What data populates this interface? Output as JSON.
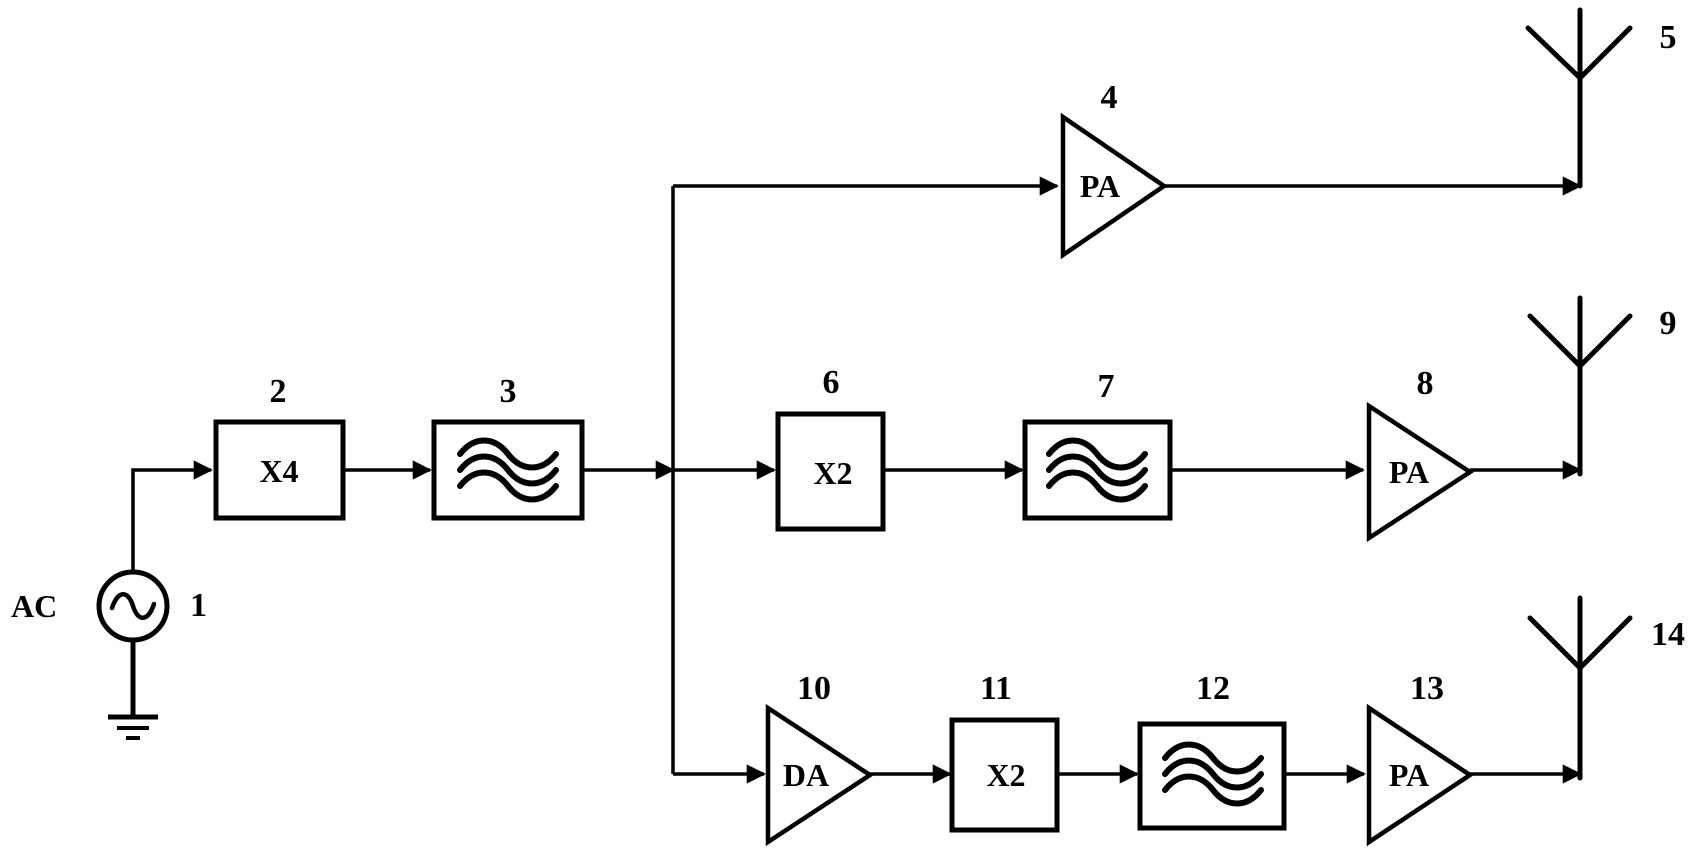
{
  "source": {
    "label": "AC",
    "number": "1"
  },
  "blocks": [
    {
      "id": "2",
      "text": "X4"
    },
    {
      "id": "3",
      "text": ""
    },
    {
      "id": "4",
      "text": "PA"
    },
    {
      "id": "6",
      "text": "X2"
    },
    {
      "id": "7",
      "text": ""
    },
    {
      "id": "8",
      "text": "PA"
    },
    {
      "id": "10",
      "text": "DA"
    },
    {
      "id": "11",
      "text": "X2"
    },
    {
      "id": "12",
      "text": ""
    },
    {
      "id": "13",
      "text": "PA"
    }
  ],
  "antennas": [
    {
      "id": "5"
    },
    {
      "id": "9"
    },
    {
      "id": "14"
    }
  ]
}
